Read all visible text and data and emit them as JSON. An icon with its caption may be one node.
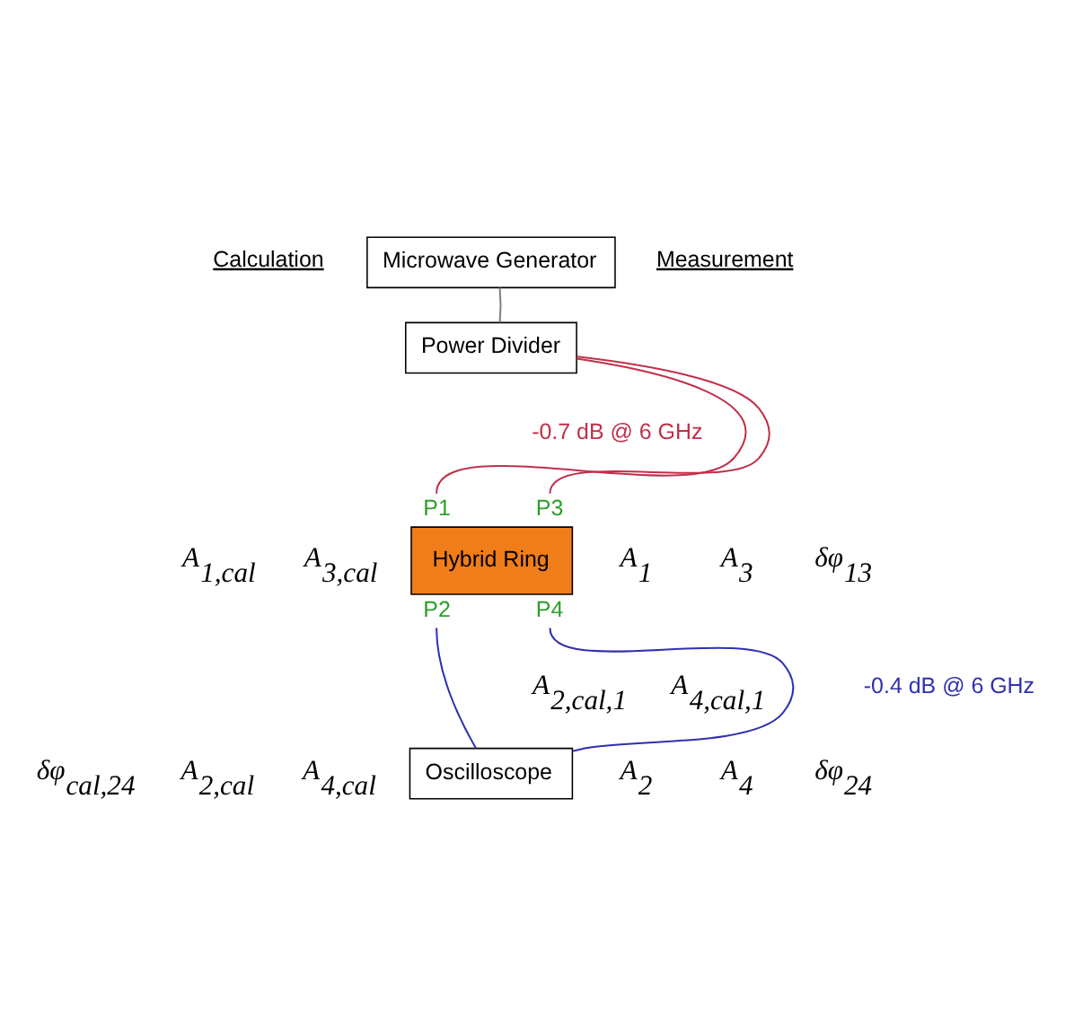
{
  "diagram": {
    "nodes": [
      {
        "text": [
          "Microwave Generator"
        ]
      },
      {
        "text": [
          "Power Divider"
        ]
      },
      {
        "text": [
          "Hybrid Ring"
        ],
        "beside": [
          "P1",
          "P3",
          "P2",
          "P4"
        ]
      },
      {
        "text": [
          "Oscilloscope"
        ]
      }
    ],
    "edges": [
      {
        "from": 0,
        "to": 1,
        "arrow": "none",
        "color": "#808080"
      },
      {
        "from": 1,
        "to": 2,
        "arrow": "none",
        "color": "#c0304a"
      },
      {
        "from": 1,
        "to": 2,
        "arrow": "none",
        "color": "#c0304a"
      },
      {
        "from": 2,
        "to": 3,
        "arrow": "none",
        "color": "#3030b0"
      },
      {
        "from": 2,
        "to": 3,
        "arrow": "none",
        "color": "#3030b0"
      }
    ],
    "labels": [
      "Calculation",
      "Measurement",
      "-0.7 dB @ 6 GHz",
      "A$_{1,cal}$",
      "A$_{3,cal}$",
      "A$_{1}$",
      "A$_{3}$",
      "δφ$_{13}$",
      "A$_{2,cal,1}$",
      "A$_{4,cal,1}$",
      "-0.4 dB @ 6 GHz",
      "δφ$_{cal,24}$",
      "A$_{2,cal}$",
      "A$_{4,cal}$",
      "A$_{2}$",
      "A$_{4}$",
      "δφ$_{24}$"
    ]
  }
}
